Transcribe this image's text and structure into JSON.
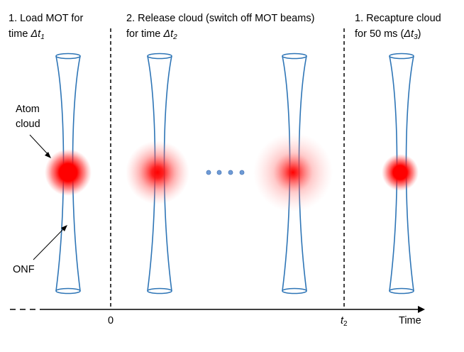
{
  "phases": [
    {
      "line1": "1. Load MOT for",
      "line2_prefix": "time ",
      "line2_symbol": "Δt",
      "line2_sub": "1",
      "line2_suffix": ""
    },
    {
      "line1": "2. Release cloud (switch off MOT beams)",
      "line2_prefix": "for time ",
      "line2_symbol": "Δt",
      "line2_sub": "2",
      "line2_suffix": ""
    },
    {
      "line1": "1. Recapture cloud",
      "line2_prefix": "for 50 ms (",
      "line2_symbol": "Δt",
      "line2_sub": "3",
      "line2_suffix": ")"
    }
  ],
  "labels": {
    "atom_cloud_line1": "Atom",
    "atom_cloud_line2": "cloud",
    "onf": "ONF"
  },
  "axis": {
    "origin": "0",
    "t2_symbol": "t",
    "t2_sub": "2",
    "time": "Time"
  },
  "colors": {
    "fiber": "#2e75b6",
    "cloud": "#ff0000",
    "dots": "#6f9bd6",
    "ink": "#000000"
  }
}
